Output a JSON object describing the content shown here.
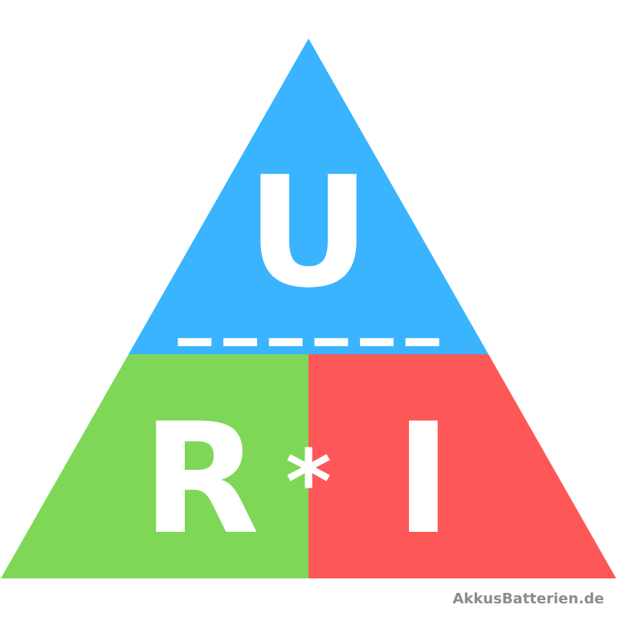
{
  "triangle": {
    "top_symbol": "U",
    "left_symbol": "R",
    "operator": "*",
    "right_symbol": "I",
    "fraction_line": "------",
    "colors": {
      "top": "#3ab4fe",
      "left": "#7ed756",
      "right": "#fe5757",
      "text": "#ffffff"
    }
  },
  "watermark": "AkkusBatterien.de"
}
